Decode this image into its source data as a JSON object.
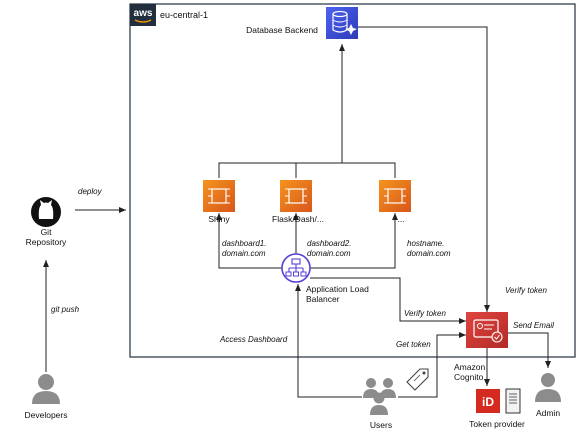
{
  "region": {
    "badge": "aws",
    "name": "eu-central-1"
  },
  "database": {
    "label": "Database Backend"
  },
  "apps": [
    {
      "label": "Shiny"
    },
    {
      "label": "Flask/Dash/..."
    },
    {
      "label": "..."
    }
  ],
  "routes": [
    {
      "line1": "dashboard1.",
      "line2": "domain.com"
    },
    {
      "line1": "dashboard2.",
      "line2": "domain.com"
    },
    {
      "line1": "hostname.",
      "line2": "domain.com"
    }
  ],
  "alb": {
    "line1": "Application Load",
    "line2": "Balancer"
  },
  "git": {
    "line1": "Git",
    "line2": "Repository"
  },
  "developers": {
    "label": "Developers"
  },
  "users": {
    "label": "Users"
  },
  "admin": {
    "label": "Admin"
  },
  "cognito": {
    "line1": "Amazon",
    "line2": "Cognito"
  },
  "token_provider": {
    "label": "Token provider",
    "badge": "iD"
  },
  "edges": {
    "deploy": "deploy",
    "git_push": "git push",
    "access_dashboard": "Access Dashboard",
    "verify_token_alb": "Verify token",
    "verify_token_db": "Verify token",
    "get_token": "Get token",
    "send_email": "Send Email"
  },
  "colors": {
    "database": "#3b48cc",
    "compute": "#e8721c",
    "alb": "#5a3fd0",
    "cognito": "#c7302e",
    "person": "#8c8c8c"
  }
}
